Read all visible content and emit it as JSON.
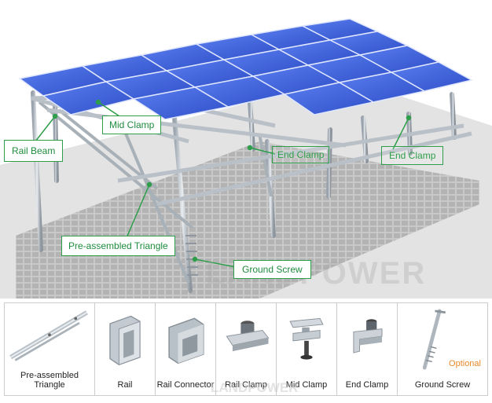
{
  "callouts": {
    "rail_beam": "Rail Beam",
    "mid_clamp": "Mid Clamp",
    "end_clamp_1": "End Clamp",
    "end_clamp_2": "End Clamp",
    "triangle": "Pre-assembled Triangle",
    "ground_screw": "Ground Screw"
  },
  "watermark": "LANDPOWER",
  "watermark_small": "LANDPOWER",
  "parts": [
    {
      "label": "Pre-assembled Triangle",
      "icon": "triangle-rail-icon"
    },
    {
      "label": "Rail",
      "icon": "rail-icon"
    },
    {
      "label": "Rail Connector",
      "icon": "rail-connector-icon"
    },
    {
      "label": "Rail Clamp",
      "icon": "rail-clamp-icon"
    },
    {
      "label": "Mid Clamp",
      "icon": "mid-clamp-icon"
    },
    {
      "label": "End Clamp",
      "icon": "end-clamp-icon"
    },
    {
      "label": "Ground Screw",
      "icon": "ground-screw-icon"
    }
  ],
  "optional_note": "Optional",
  "colors": {
    "accent": "#2e9e4a",
    "panel": "#3f5fd6",
    "optional": "#e8892b"
  }
}
